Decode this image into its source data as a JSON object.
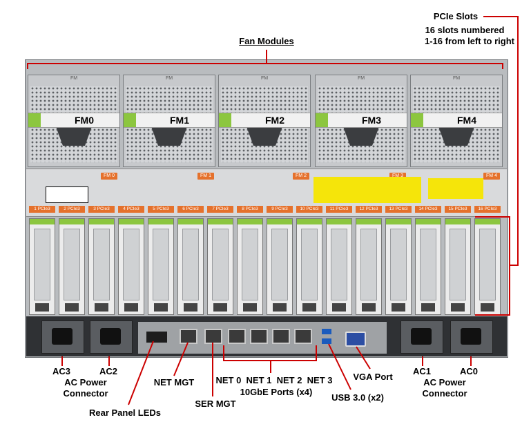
{
  "callouts": {
    "pcie_title": "PCIe Slots",
    "pcie_desc1": "16 slots numbered",
    "pcie_desc2": "1-16 from left to right",
    "fan_modules": "Fan Modules",
    "ac3": "AC3",
    "ac2": "AC2",
    "ac_left1": "AC Power",
    "ac_left2": "Connector",
    "net_mgt": "NET MGT",
    "ser_mgt": "SER MGT",
    "rear_leds": "Rear Panel LEDs",
    "net_ports1": "NET 0  NET 1  NET 2  NET 3",
    "net_ports2": "10GbE Ports (x4)",
    "usb": "USB 3.0 (x2)",
    "vga": "VGA Port",
    "ac1": "AC1",
    "ac0": "AC0",
    "ac_right1": "AC Power",
    "ac_right2": "Connector"
  },
  "fans": [
    {
      "label": "FM0",
      "tag": "FM 0"
    },
    {
      "label": "FM1",
      "tag": "FM 1"
    },
    {
      "label": "FM2",
      "tag": "FM 2"
    },
    {
      "label": "FM3",
      "tag": "FM 3"
    },
    {
      "label": "FM4",
      "tag": "FM 4"
    }
  ],
  "fan_top_text": "FM",
  "pcie_tags": [
    "1 PCIe3",
    "2 PCIe3",
    "3 PCIe3",
    "4 PCIe3",
    "5 PCIe3",
    "6 PCIe3",
    "7 PCIe3",
    "8 PCIe3",
    "9 PCIe3",
    "10 PCIe3",
    "11 PCIe3",
    "12 PCIe3",
    "13 PCIe3",
    "14 PCIe3",
    "15 PCIe3",
    "16 PCIe3"
  ],
  "colors": {
    "leader": "#cc0000",
    "accent_green": "#8cc63f",
    "orange_tag": "#e5712c"
  }
}
